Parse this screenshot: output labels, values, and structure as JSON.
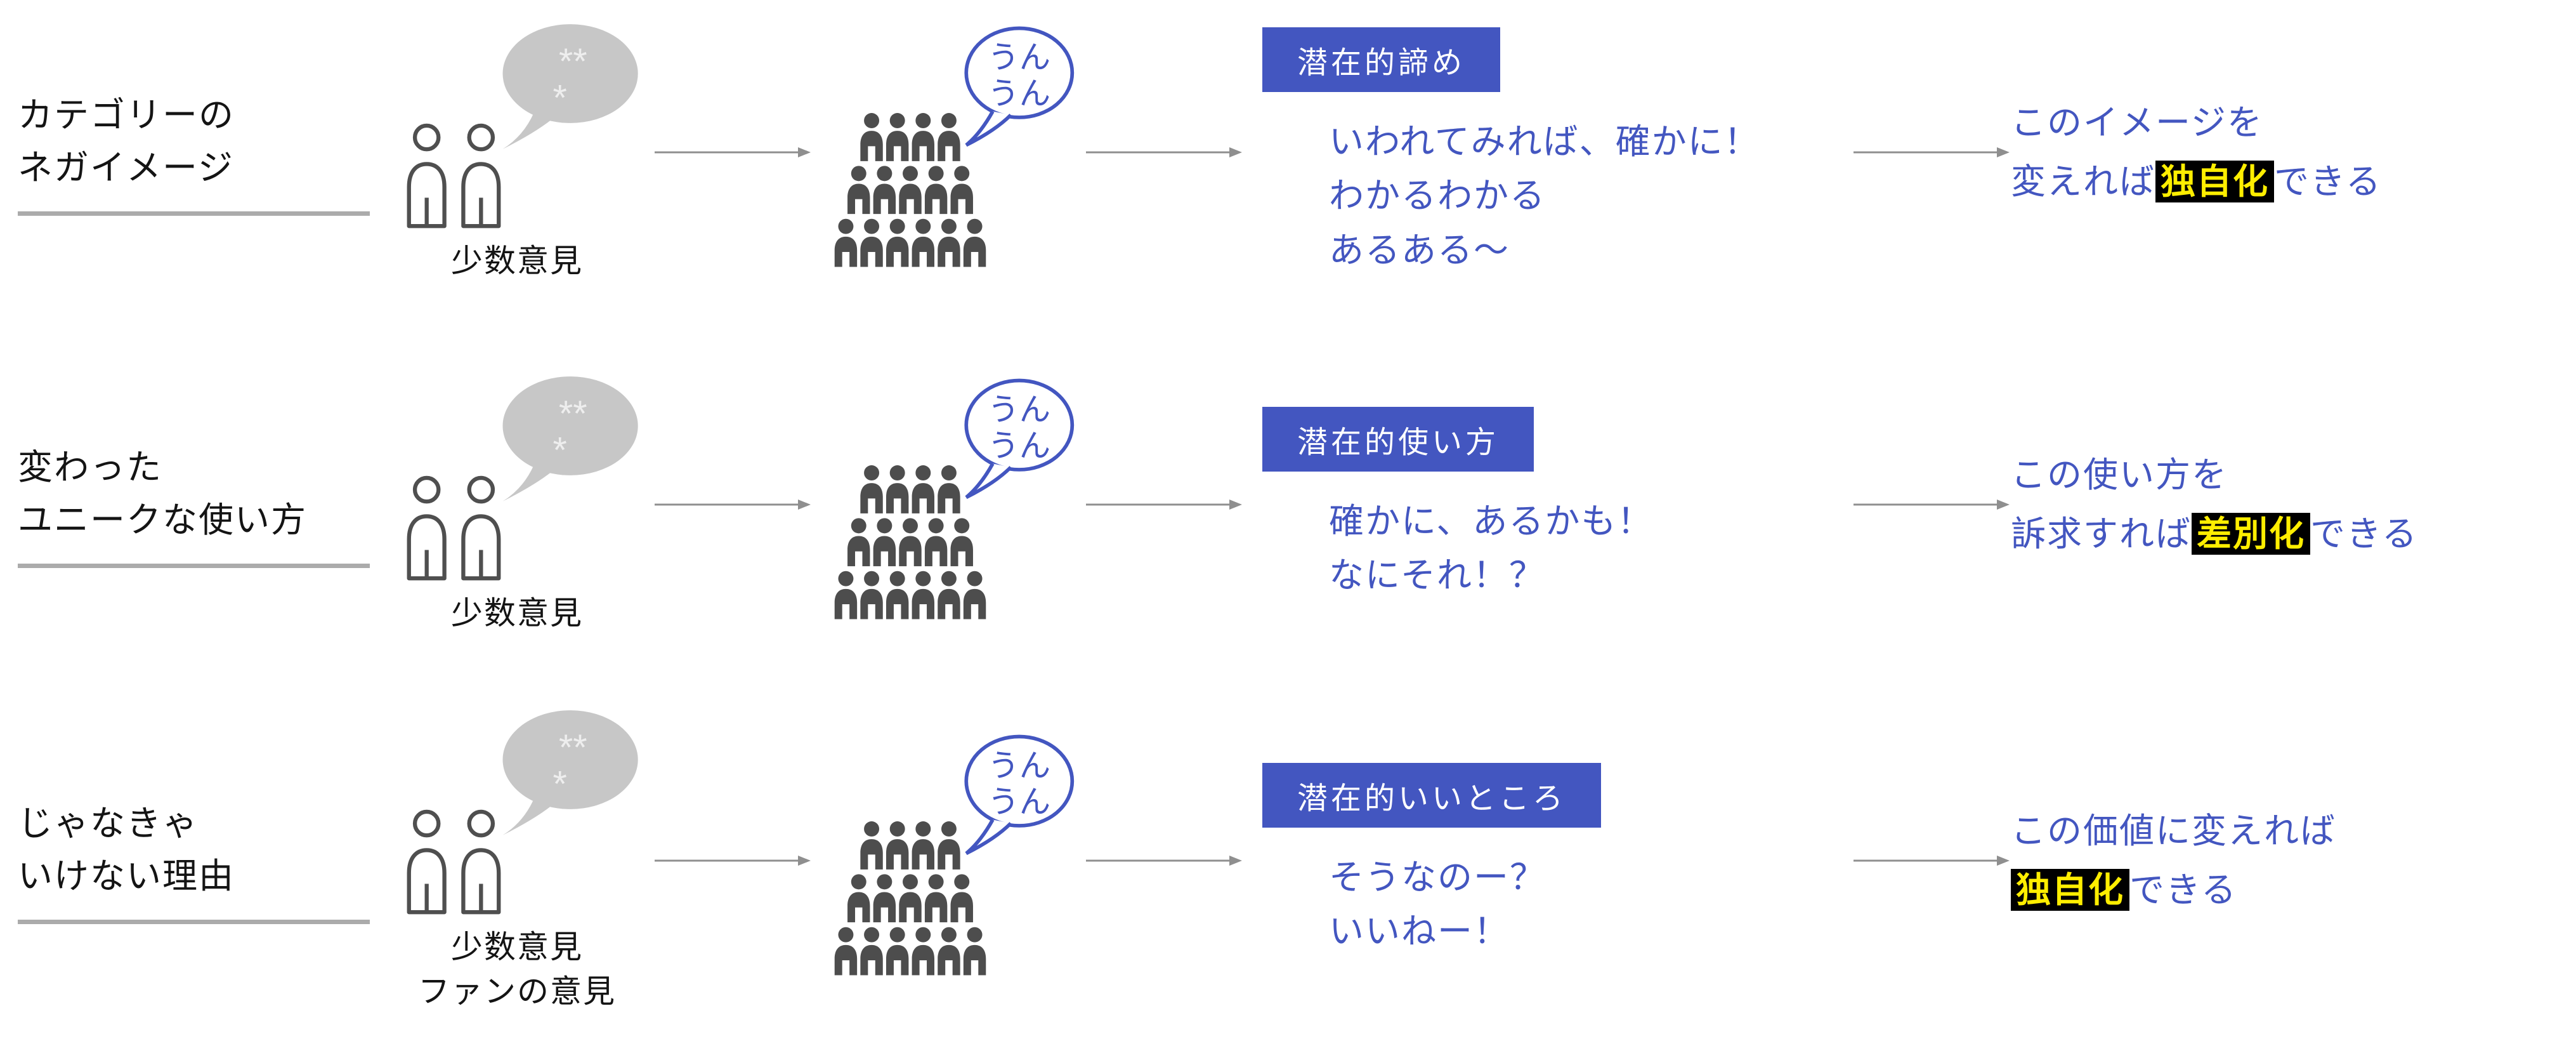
{
  "palette": {
    "accent_blue": "#4356c0",
    "icon_gray": "#4d4d4d",
    "bubble_gray": "#c7c7c7",
    "arrow_gray": "#8f8f8f",
    "underline_gray": "#ababab",
    "highlight_bg": "#000000",
    "highlight_text": "#ffee00"
  },
  "rows": [
    {
      "label_lines": [
        "カテゴリーの",
        "ネガイメージ"
      ],
      "asterisk_lines": [
        "**",
        "*"
      ],
      "caption_lines": [
        "少数意見"
      ],
      "unun_lines": [
        "うん",
        "うん"
      ],
      "header": "潜在的諦め",
      "quote_lines": [
        "いわれてみれば、確かに！",
        "わかるわかる",
        "あるある～"
      ],
      "result": {
        "line1": "このイメージを",
        "line2_pre": "変えれば",
        "line2_highlight": "独自化",
        "line2_post": "できる"
      }
    },
    {
      "label_lines": [
        "変わった",
        "ユニークな使い方"
      ],
      "asterisk_lines": [
        "**",
        "*"
      ],
      "caption_lines": [
        "少数意見"
      ],
      "unun_lines": [
        "うん",
        "うん"
      ],
      "header": "潜在的使い方",
      "quote_lines": [
        "確かに、あるかも！",
        "なにそれ！？"
      ],
      "result": {
        "line1": "この使い方を",
        "line2_pre": "訴求すれば",
        "line2_highlight": "差別化",
        "line2_post": "できる"
      }
    },
    {
      "label_lines": [
        "じゃなきゃ",
        "いけない理由"
      ],
      "asterisk_lines": [
        "**",
        "*"
      ],
      "caption_lines": [
        "少数意見",
        "ファンの意見"
      ],
      "unun_lines": [
        "うん",
        "うん"
      ],
      "header": "潜在的いいところ",
      "quote_lines": [
        "そうなのー？",
        "いいねー！"
      ],
      "result": {
        "line1": "この価値に変えれば",
        "line2_pre": "",
        "line2_highlight": "独自化",
        "line2_post": "できる"
      }
    }
  ]
}
